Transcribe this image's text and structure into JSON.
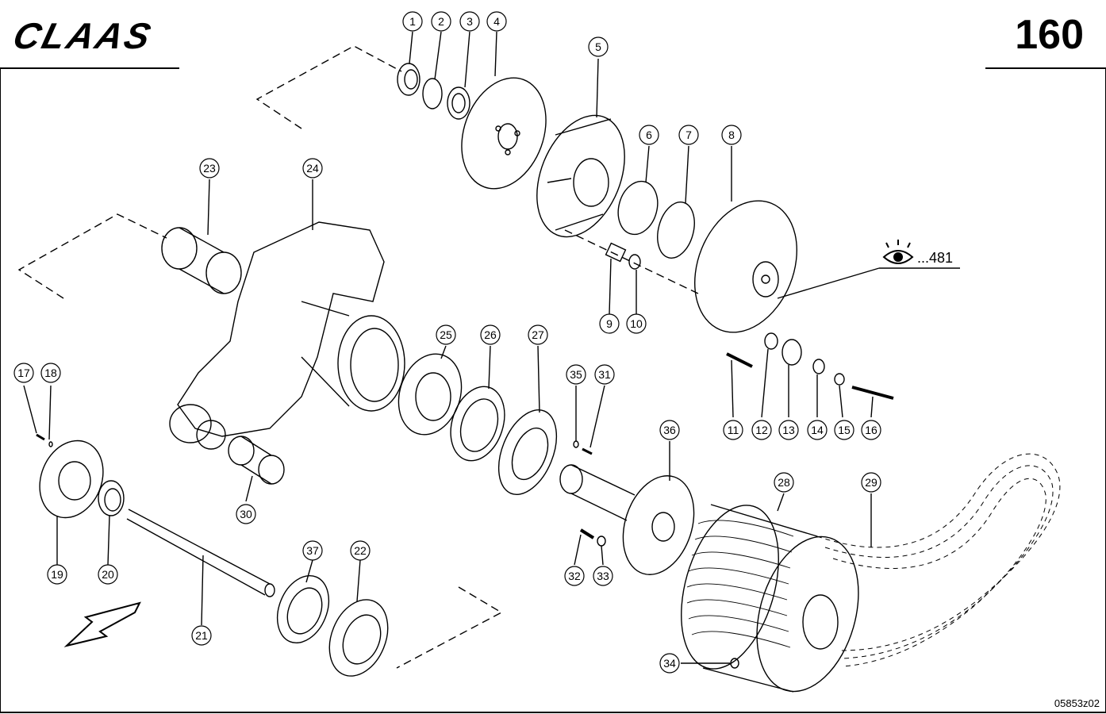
{
  "header": {
    "brand": "CLAAS",
    "page_number": "160"
  },
  "footer": {
    "drawing_id": "05853z02"
  },
  "reference": {
    "icon": "eye-icon",
    "text": "...481"
  },
  "callouts": [
    "1",
    "2",
    "3",
    "4",
    "5",
    "6",
    "7",
    "8",
    "9",
    "10",
    "11",
    "12",
    "13",
    "14",
    "15",
    "16",
    "17",
    "18",
    "19",
    "20",
    "21",
    "22",
    "23",
    "24",
    "25",
    "26",
    "27",
    "28",
    "29",
    "30",
    "31",
    "32",
    "33",
    "34",
    "35",
    "36",
    "37"
  ]
}
